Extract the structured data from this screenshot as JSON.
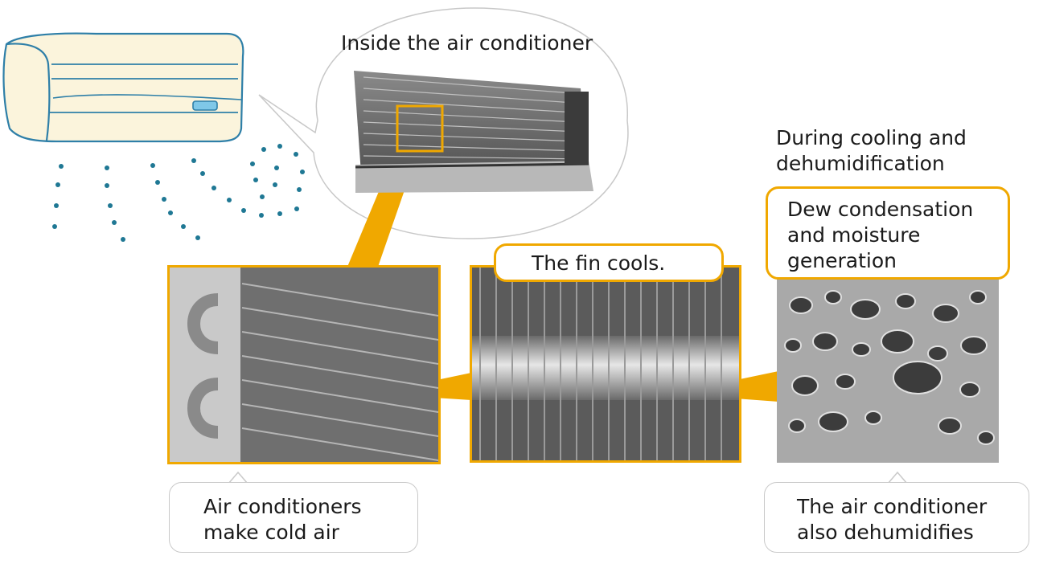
{
  "speech_bubble": {
    "title": "Inside the air conditioner"
  },
  "side_heading": "During cooling and\ndehumidification",
  "fin_label": "The fin cools.",
  "condensation_label": "Dew condensation\nand moisture\ngeneration",
  "caption_left": "Air conditioners\n make cold air",
  "caption_right": "The air conditioner\nalso dehumidifies",
  "colors": {
    "accent": "#f0a800",
    "dots": "#1f7894",
    "unit_fill": "#fbf4dc",
    "unit_outline": "#2e7fa8"
  },
  "icons": {
    "ac_unit": "air-conditioner-icon",
    "cold_air": "cold-air-dots-icon"
  }
}
